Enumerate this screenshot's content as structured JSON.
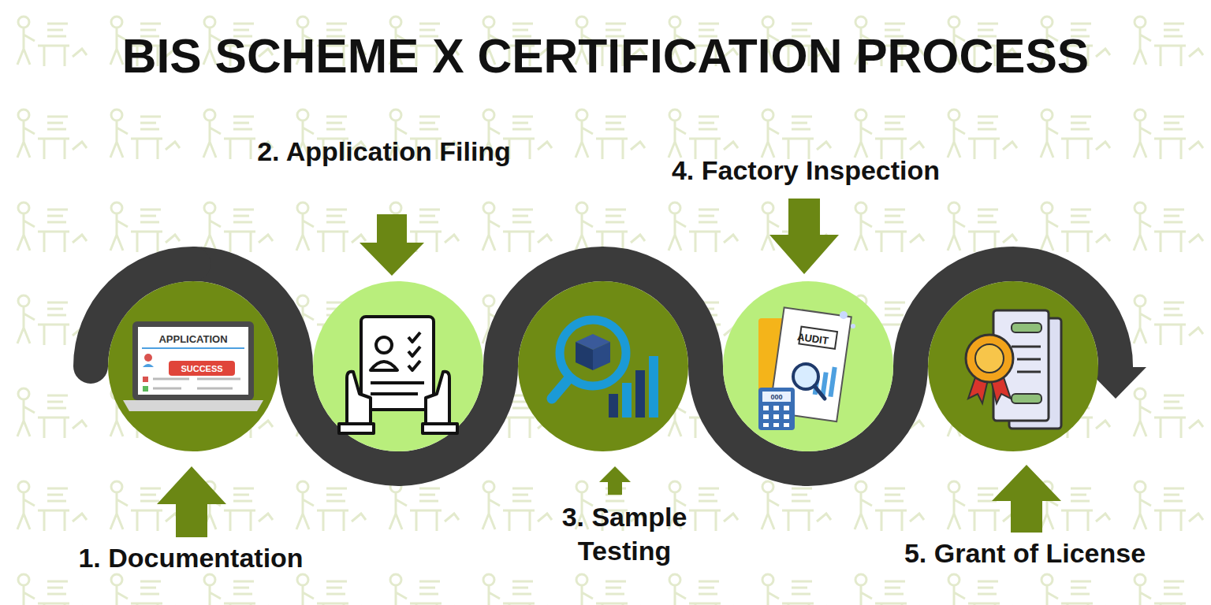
{
  "diagram": {
    "title": "BIS SCHEME X CERTIFICATION PROCESS",
    "nodes": [
      {
        "text": [
          "1. Documentation"
        ]
      },
      {
        "text": [
          "2. Application Filing"
        ]
      },
      {
        "text": [
          "3. Sample Testing"
        ]
      },
      {
        "text": [
          "4. Factory Inspection"
        ]
      },
      {
        "text": [
          "5. Grant of License"
        ]
      }
    ],
    "edges": [
      {
        "from": 0,
        "to": 1,
        "arrow": "none"
      },
      {
        "from": 1,
        "to": 2,
        "arrow": "none"
      },
      {
        "from": 2,
        "to": 3,
        "arrow": "none"
      },
      {
        "from": 3,
        "to": 4,
        "arrow": "none"
      }
    ],
    "labels": [
      "APPLICATION",
      "SUCCESS",
      "AUDIT",
      "000"
    ]
  }
}
